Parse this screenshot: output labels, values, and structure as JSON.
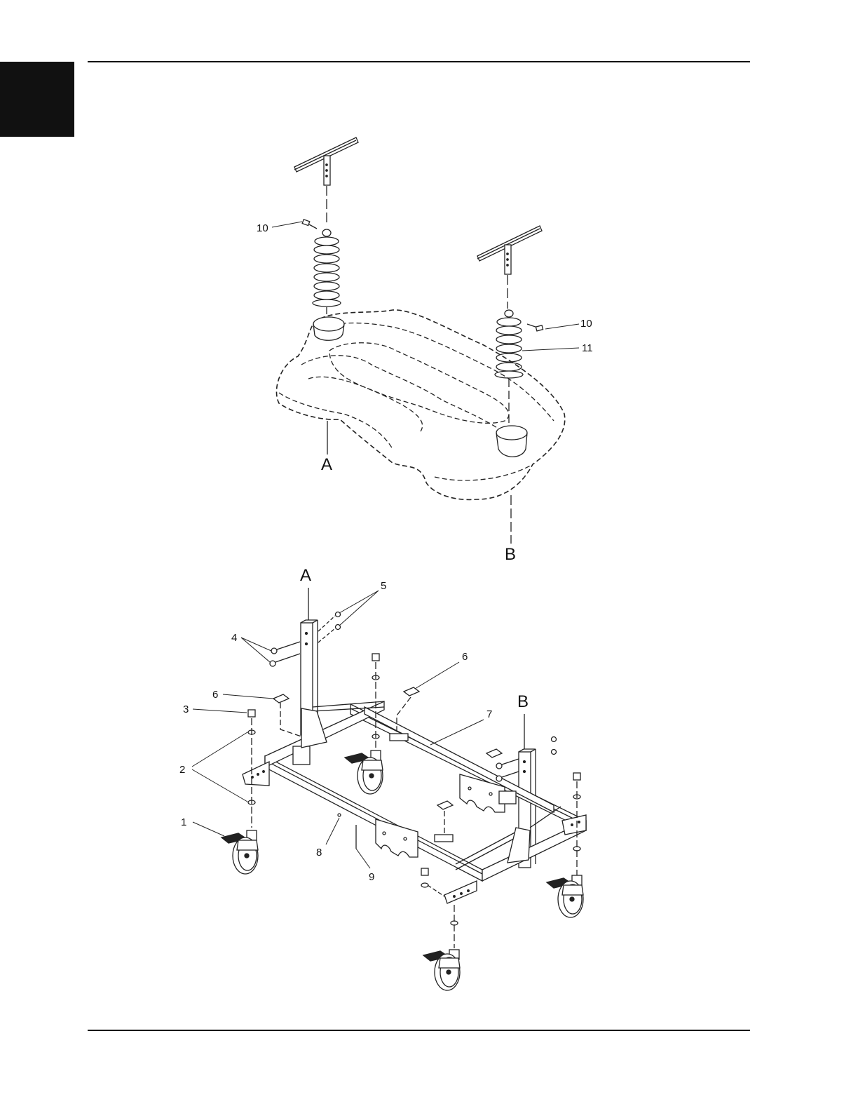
{
  "callouts": {
    "c10_top": "10",
    "c10_right": "10",
    "c11": "11",
    "cA_top": "A",
    "cB_top": "B",
    "cA_bottom": "A",
    "cB_bottom": "B",
    "c1": "1",
    "c2": "2",
    "c3": "3",
    "c4": "4",
    "c5": "5",
    "c6_left": "6",
    "c6_right": "6",
    "c7": "7",
    "c8": "8",
    "c9": "9"
  }
}
